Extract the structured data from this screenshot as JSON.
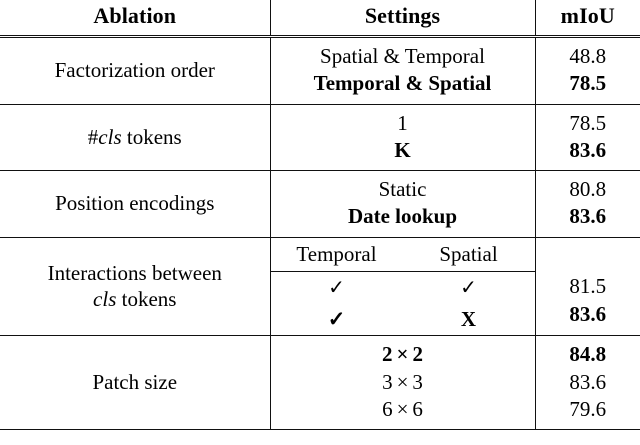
{
  "table": {
    "headers": {
      "ablation": "Ablation",
      "settings": "Settings",
      "miou": "mIoU"
    },
    "sections": [
      {
        "id": "factorization-order",
        "label_plain": "Factorization order",
        "label_parts": [
          {
            "text": "Factorization order",
            "style": "normal"
          }
        ],
        "settings": [
          {
            "text": "Spatial & Temporal",
            "bold": false
          },
          {
            "text": "Temporal & Spatial",
            "bold": true
          }
        ],
        "miou": [
          {
            "value": "48.8",
            "bold": false
          },
          {
            "value": "78.5",
            "bold": true
          }
        ]
      },
      {
        "id": "cls-tokens",
        "label_plain": "#cls tokens",
        "label_parts": [
          {
            "text": "#",
            "style": "normal"
          },
          {
            "text": "cls",
            "style": "italic"
          },
          {
            "text": " tokens",
            "style": "normal"
          }
        ],
        "settings": [
          {
            "text": "1",
            "bold": false
          },
          {
            "text": "K",
            "bold": true
          }
        ],
        "miou": [
          {
            "value": "78.5",
            "bold": false
          },
          {
            "value": "83.6",
            "bold": true
          }
        ]
      },
      {
        "id": "position-encodings",
        "label_plain": "Position encodings",
        "label_parts": [
          {
            "text": "Position encodings",
            "style": "normal"
          }
        ],
        "settings": [
          {
            "text": "Static",
            "bold": false
          },
          {
            "text": "Date lookup",
            "bold": true
          }
        ],
        "miou": [
          {
            "value": "80.8",
            "bold": false
          },
          {
            "value": "83.6",
            "bold": true
          }
        ]
      },
      {
        "id": "interactions-between-cls-tokens",
        "label_plain": "Interactions between cls tokens",
        "label_parts": [
          {
            "text": "Interactions between",
            "style": "normal"
          },
          {
            "text": "\n",
            "style": "break"
          },
          {
            "text": "cls",
            "style": "italic"
          },
          {
            "text": " tokens",
            "style": "normal"
          }
        ],
        "subheaders": [
          "Temporal",
          "Spatial"
        ],
        "subrows": [
          {
            "temporal": "✓",
            "temporal_bold": false,
            "spatial": "✓",
            "spatial_bold": false
          },
          {
            "temporal": "✓",
            "temporal_bold": true,
            "spatial": "X",
            "spatial_bold": true
          }
        ],
        "miou": [
          {
            "value": "81.5",
            "bold": false
          },
          {
            "value": "83.6",
            "bold": true
          }
        ]
      },
      {
        "id": "patch-size",
        "label_plain": "Patch size",
        "label_parts": [
          {
            "text": "Patch size",
            "style": "normal"
          }
        ],
        "settings": [
          {
            "text": "2 × 2",
            "bold": true
          },
          {
            "text": "3 × 3",
            "bold": false
          },
          {
            "text": "6 × 6",
            "bold": false
          }
        ],
        "miou": [
          {
            "value": "84.8",
            "bold": true
          },
          {
            "value": "83.6",
            "bold": false
          },
          {
            "value": "79.6",
            "bold": false
          }
        ]
      }
    ]
  },
  "style": {
    "rule_color": "#111111",
    "text_color": "#000000",
    "background": "#ffffff"
  }
}
